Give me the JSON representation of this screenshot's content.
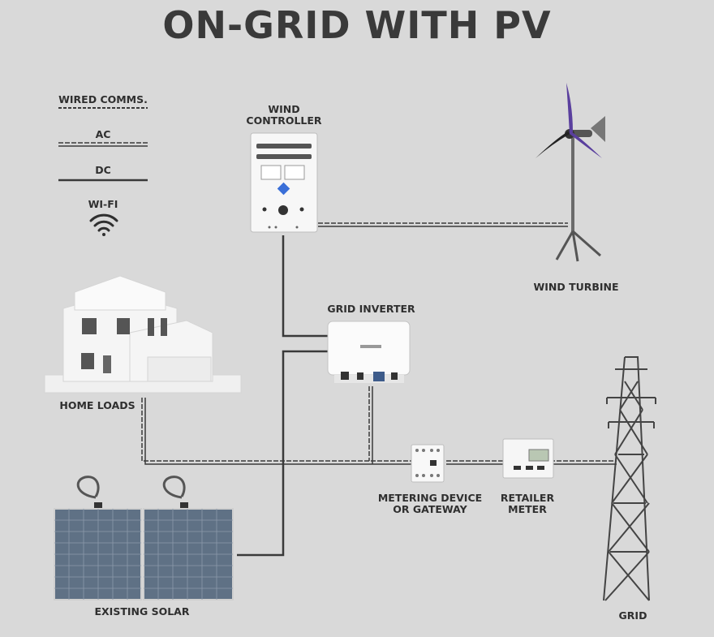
{
  "title": "ON-GRID WITH PV",
  "legend": {
    "wired_comms": "WIRED COMMS.",
    "ac": "AC",
    "dc": "DC",
    "wifi": "WI-FI"
  },
  "labels": {
    "wind_controller": "WIND\nCONTROLLER",
    "wind_turbine": "WIND TURBINE",
    "grid_inverter": "GRID INVERTER",
    "home_loads": "HOME LOADS",
    "metering_device": "METERING DEVICE\nOR GATEWAY",
    "retailer_meter": "RETAILER\nMETER",
    "existing_solar": "EXISTING SOLAR",
    "grid": "GRID"
  },
  "colors": {
    "background": "#d9d9d9",
    "line": "#3a3a3a",
    "turbine_blade": "#5a3f9e"
  }
}
